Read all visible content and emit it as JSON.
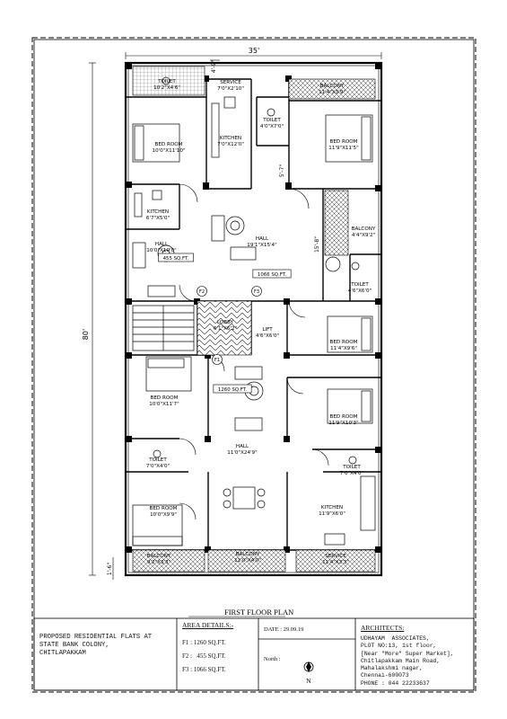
{
  "plan": {
    "title": "FIRST FLOOR PLAN",
    "dim_width": "35'",
    "dim_height": "80'",
    "dim_top_small": "4'-9\"",
    "dim_bottom_small": "1'-6\"",
    "dim_kitchen_gap": "5'-7\"",
    "dim_hall_gap": "15'-8\""
  },
  "rooms": [
    {
      "name": "TOILET",
      "size": "10'2\"X4'6\""
    },
    {
      "name": "SERVICE",
      "size": "7'0\"X2'10\""
    },
    {
      "name": "BALCONY",
      "size": "11'4\"X3'9\""
    },
    {
      "name": "TOILET",
      "size": "4'0\"X7'0\""
    },
    {
      "name": "BED ROOM",
      "size": "10'0\"X11'10\""
    },
    {
      "name": "KITCHEN",
      "size": "7'0\"X12'0\""
    },
    {
      "name": "BED ROOM",
      "size": "11'9\"X11'5\""
    },
    {
      "name": "KITCHEN",
      "size": "6'7\"X5'0\""
    },
    {
      "name": "HALL",
      "size": "19'1\"X15'4\""
    },
    {
      "name": "BALCONY",
      "size": "4'4\"X9'2\""
    },
    {
      "name": "HALL",
      "size": "10'0\"X10'0\""
    },
    {
      "name": "TOILET",
      "size": "4'6\"X6'0\""
    },
    {
      "name": "LOBBY",
      "size": "6'1\"X6'2\""
    },
    {
      "name": "LIFT",
      "size": "4'6\"X6'0\""
    },
    {
      "name": "BED ROOM",
      "size": "11'4\"X9'6\""
    },
    {
      "name": "BED ROOM",
      "size": "10'0\"X11'7\""
    },
    {
      "name": "BED ROOM",
      "size": "11'9\"X10'3\""
    },
    {
      "name": "HALL",
      "size": "11'0\"X24'9\""
    },
    {
      "name": "TOILET",
      "size": "7'0\"X4'0\""
    },
    {
      "name": "TOILET",
      "size": "7'0\"X4'0\""
    },
    {
      "name": "BED ROOM",
      "size": "10'0\"X9'9\""
    },
    {
      "name": "KITCHEN",
      "size": "11'9\"X6'0\""
    },
    {
      "name": "BALCONY",
      "size": "9'2\"X3'3\""
    },
    {
      "name": "BALCONY",
      "size": "11'0\"X4'0\""
    },
    {
      "name": "SERVICE",
      "size": "11'4\"X3'3\""
    }
  ],
  "area_tags": [
    "455 SQ.FT.",
    "1066 SQ.FT.",
    "1260 SQ.FT."
  ],
  "flat_tags": [
    "F1",
    "F2",
    "F3"
  ],
  "title_block": {
    "project": "PROPOSED RESIDENTIAL FLATS AT\nSTATE BANK COLONY,\nCHITLAPAKKAM",
    "area_heading": "AREA DETAILS:-",
    "area_rows": [
      "F1 : 1260 SQ.FT.",
      "F2 :   455 SQ.FT.",
      "F3 : 1066 SQ.FT."
    ],
    "date": "DATE : 29.09.19",
    "north_label": "North :",
    "north_letter": "N",
    "architects_heading": "ARCHITECTS:",
    "architects_lines": "UDHAYAM  ASSOCIATES,\nPLOT NO:13, 1st floor,\n[Near \"More\" Super Market],\nChitlapakkam Main Road,\nMahalakshmi nagar,\nChennai-600073\nPHONE : 044 22233637"
  }
}
